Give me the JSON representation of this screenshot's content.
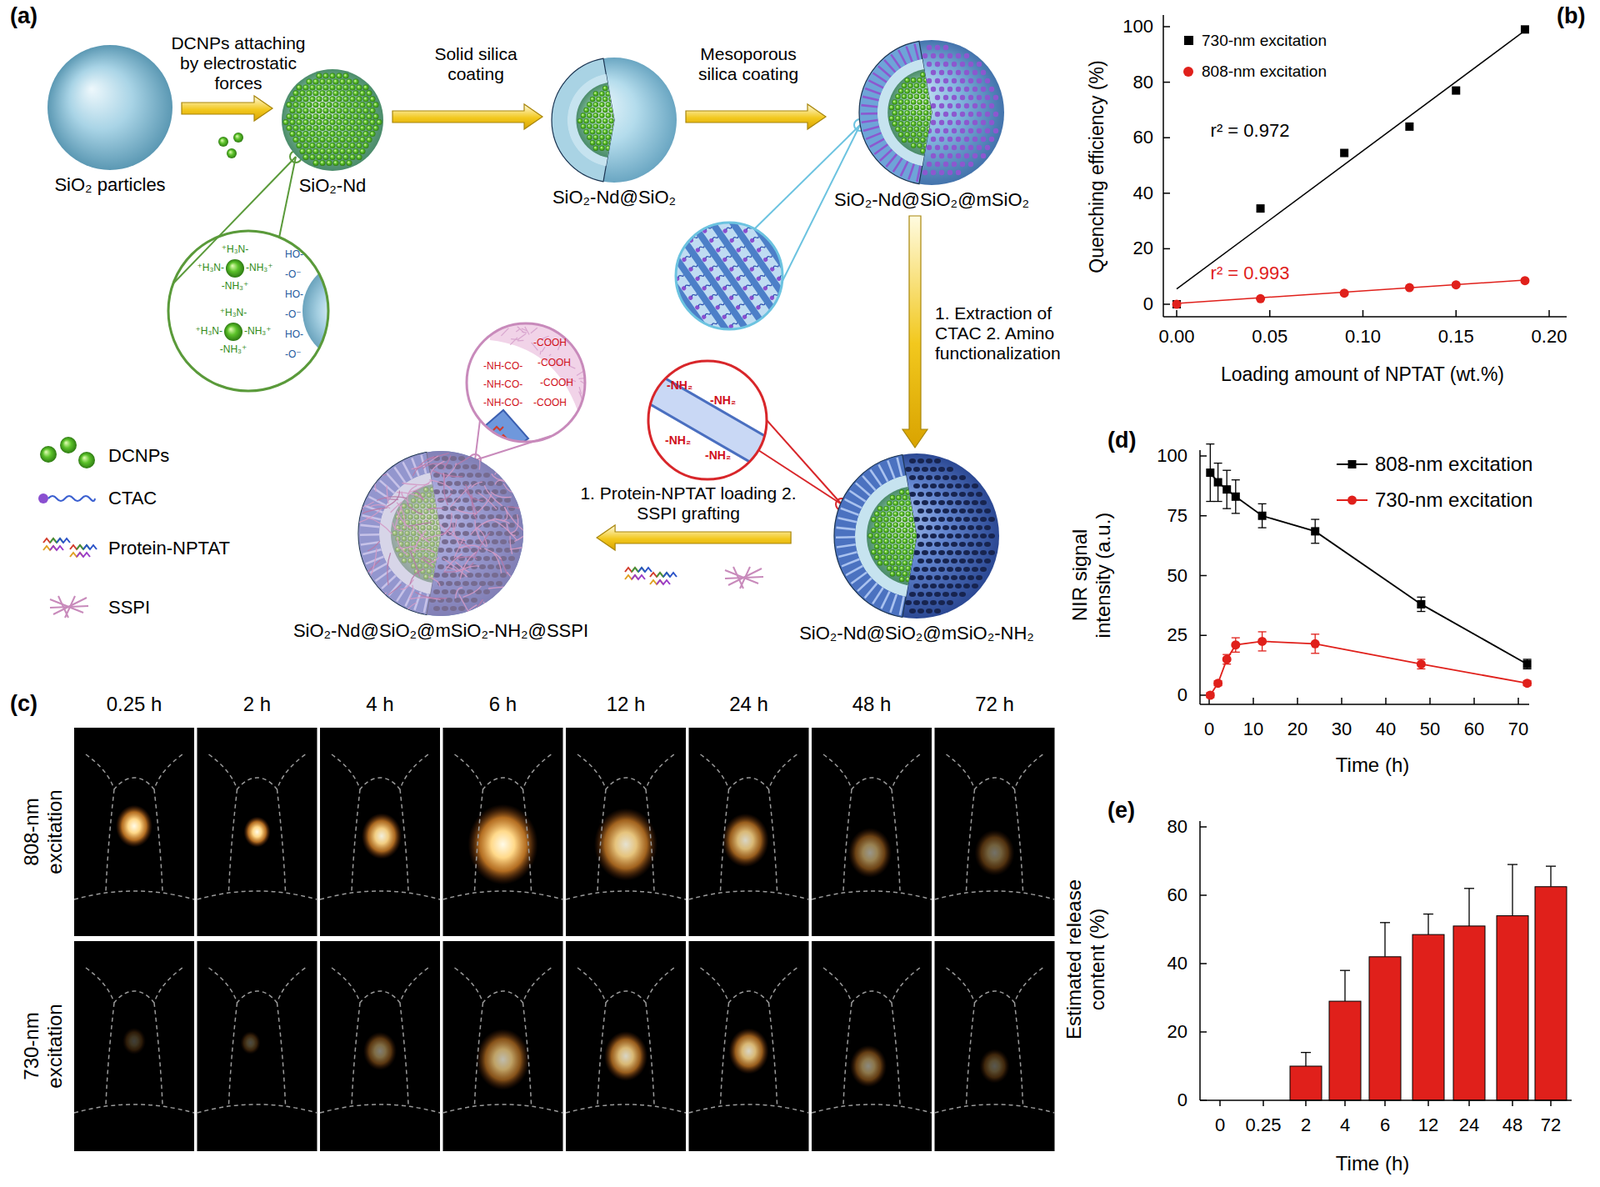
{
  "diagram": {
    "nodes": [
      {
        "text": [
          "SiO₂ particles"
        ]
      },
      {
        "text": [
          "SiO₂-Nd"
        ]
      },
      {
        "text": [
          "SiO₂-Nd@SiO₂"
        ]
      },
      {
        "text": [
          "SiO₂-Nd@SiO₂@mSiO₂"
        ]
      },
      {
        "text": [
          "SiO₂-Nd@SiO₂@mSiO₂-NH₂"
        ]
      },
      {
        "text": [
          "SiO₂-Nd@SiO₂@mSiO₂-NH₂@SSPI"
        ]
      }
    ],
    "edges": [
      {
        "from": 0,
        "to": 1,
        "arrow": "to",
        "label": "DCNPs attaching by electrostatic forces"
      },
      {
        "from": 1,
        "to": 2,
        "arrow": "to",
        "label": "Solid silica coating"
      },
      {
        "from": 2,
        "to": 3,
        "arrow": "to",
        "label": "Mesoporous silica coating"
      },
      {
        "from": 3,
        "to": 4,
        "arrow": "to",
        "label": "1. Extraction of CTAC 2. Amino functionalization"
      },
      {
        "from": 4,
        "to": 5,
        "arrow": "to",
        "label": "1. Protein-NPTAT loading 2. SSPI grafting"
      }
    ],
    "labels": [
      "(a)",
      "(b)",
      "(c)",
      "(d)",
      "(e)",
      "⁺H₃N-",
      "⁺H₃N-",
      "-NH₃⁺",
      "-NH₃⁺",
      "⁺H₃N-",
      "⁺H₃N-",
      "-NH₃⁺",
      "-NH₃⁺",
      "HO-",
      "-O⁻",
      "HO-",
      "-O⁻",
      "HO-",
      "-O⁻",
      "-NH-CO-",
      "-NH-CO-",
      "-NH-CO-",
      "-COOH",
      "-COOH",
      "-COOH",
      "-COOH",
      "-NH₂",
      "-NH₂",
      "-NH₂",
      "-NH₂",
      "Quenching efficiency (%)",
      "Loading amount of NPTAT (wt.%)",
      "0",
      "20",
      "40",
      "60",
      "80",
      "100",
      "0.00",
      "0.05",
      "0.10",
      "0.15",
      "0.20",
      "r² = 0.972",
      "r² = 0.993",
      "0.25 h",
      "2 h",
      "4 h",
      "6 h",
      "12 h",
      "24 h",
      "48 h",
      "72 h",
      "808-nm excitation",
      "730-nm excitation",
      "NIR signal intensity (a.u.)",
      "Time (h)",
      "0",
      "25",
      "50",
      "75",
      "100",
      "0",
      "10",
      "20",
      "30",
      "40",
      "50",
      "60",
      "70",
      "Estimated release content (%)",
      "Time (h)",
      "0",
      "20",
      "40",
      "60",
      "80",
      "0",
      "0.25",
      "2",
      "4",
      "6",
      "12",
      "24",
      "48",
      "72"
    ],
    "legend": [
      {
        "text": "DCNPs"
      },
      {
        "text": "CTAC"
      },
      {
        "text": "Protein-NPTAT"
      },
      {
        "text": "SSPI"
      },
      {
        "text": "730-nm excitation",
        "color": "#000000"
      },
      {
        "text": "808-nm excitation",
        "color": "#e0201b"
      },
      {
        "text": "808-nm excitation"
      },
      {
        "text": "730-nm excitation"
      }
    ]
  }
}
